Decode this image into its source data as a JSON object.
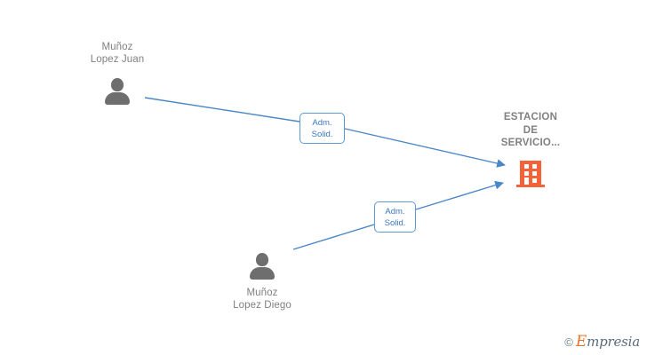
{
  "diagram": {
    "type": "relationship-graph",
    "background_color": "#ffffff",
    "edge_color": "#4a86c8",
    "person_icon_color": "#6e6e6e",
    "company_icon_color": "#f4623a",
    "label_color": "#808080",
    "edge_label_text_color": "#3a77c2",
    "nodes": [
      {
        "id": "person-juan",
        "kind": "person",
        "icon": "person-icon",
        "label": "Muñoz\nLopez Juan",
        "label_position": "above"
      },
      {
        "id": "person-diego",
        "kind": "person",
        "icon": "person-icon",
        "label": "Muñoz\nLopez Diego",
        "label_position": "below"
      },
      {
        "id": "company-estacion",
        "kind": "company",
        "icon": "building-icon",
        "label": "ESTACION\nDE\nSERVICIO...",
        "label_position": "above"
      }
    ],
    "edges": [
      {
        "id": "edge-juan",
        "from": "person-juan",
        "to": "company-estacion",
        "label": "Adm.\nSolid.",
        "arrow": true
      },
      {
        "id": "edge-diego",
        "from": "person-diego",
        "to": "company-estacion",
        "label": "Adm.\nSolid.",
        "arrow": true
      }
    ]
  },
  "watermark": {
    "copyright": "©",
    "brand_initial": "E",
    "brand_rest": "mpresia"
  }
}
